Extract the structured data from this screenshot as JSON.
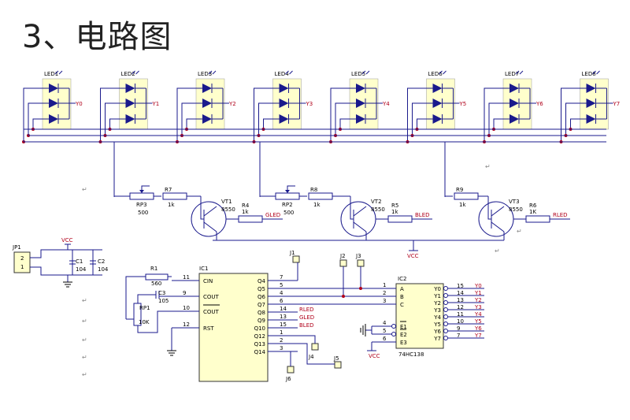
{
  "heading": "3、电路图",
  "leds": [
    "LED1",
    "LED2",
    "LED3",
    "LED4",
    "LED5",
    "LED6",
    "LED7",
    "LED8"
  ],
  "led_outputs": [
    "Y0",
    "Y1",
    "Y2",
    "Y3",
    "Y4",
    "Y5",
    "Y6",
    "Y7"
  ],
  "drivers": [
    {
      "pot": "RP3",
      "pot_val": "500",
      "r_base": "R7",
      "r_base_val": "1k",
      "transistor": "VT1",
      "type": "8550",
      "r_out": "R4",
      "r_out_val": "1k",
      "net": "GLED"
    },
    {
      "pot": "RP2",
      "pot_val": "500",
      "r_base": "R8",
      "r_base_val": "1k",
      "transistor": "VT2",
      "type": "8550",
      "r_out": "R5",
      "r_out_val": "1k",
      "net": "BLED"
    },
    {
      "pot": "",
      "pot_val": "",
      "r_base": "R9",
      "r_base_val": "1k",
      "transistor": "VT3",
      "type": "8550",
      "r_out": "R6",
      "r_out_val": "1K",
      "net": "RLED"
    }
  ],
  "vcc": "VCC",
  "power": {
    "jp": "JP1",
    "pin2": "2",
    "pin1": "1",
    "c1": "C1",
    "c1_val": "104",
    "c2": "C2",
    "c2_val": "104"
  },
  "ic1": {
    "name": "IC1",
    "left_pins": [
      {
        "num": "11",
        "name": "CIN"
      },
      {
        "num": "9",
        "name": "COUT"
      },
      {
        "num": "10",
        "name": "COUT"
      },
      {
        "num": "12",
        "name": "RST"
      }
    ],
    "right_pins": [
      {
        "num": "7",
        "name": "Q4",
        "net": ""
      },
      {
        "num": "5",
        "name": "Q5",
        "net": ""
      },
      {
        "num": "4",
        "name": "Q6",
        "net": ""
      },
      {
        "num": "6",
        "name": "Q7",
        "net": ""
      },
      {
        "num": "14",
        "name": "Q8",
        "net": "RLED"
      },
      {
        "num": "13",
        "name": "Q9",
        "net": "GLED"
      },
      {
        "num": "15",
        "name": "Q10",
        "net": "BLED"
      },
      {
        "num": "1",
        "name": "Q12",
        "net": ""
      },
      {
        "num": "2",
        "name": "Q13",
        "net": ""
      },
      {
        "num": "3",
        "name": "Q14",
        "net": ""
      }
    ]
  },
  "osc": {
    "r1": "R1",
    "r1_val": "560",
    "c3": "C3",
    "c3_val": "105",
    "rp1": "RP1",
    "rp1_val": "10K"
  },
  "ic2": {
    "name": "IC2",
    "part": "74HC138",
    "left_pins": [
      {
        "num": "1",
        "name": "A"
      },
      {
        "num": "2",
        "name": "B"
      },
      {
        "num": "3",
        "name": "C"
      },
      {
        "num": "4",
        "name": "E1"
      },
      {
        "num": "5",
        "name": "E2"
      },
      {
        "num": "6",
        "name": "E3"
      }
    ],
    "right_pins": [
      {
        "num": "15",
        "name": "Y0",
        "net": "Y0"
      },
      {
        "num": "14",
        "name": "Y1",
        "net": "Y1"
      },
      {
        "num": "13",
        "name": "Y2",
        "net": "Y2"
      },
      {
        "num": "12",
        "name": "Y3",
        "net": "Y3"
      },
      {
        "num": "11",
        "name": "Y4",
        "net": "Y4"
      },
      {
        "num": "10",
        "name": "Y5",
        "net": "Y5"
      },
      {
        "num": "9",
        "name": "Y6",
        "net": "Y6"
      },
      {
        "num": "7",
        "name": "Y7",
        "net": "Y7"
      }
    ]
  },
  "jumpers": [
    "J1",
    "J2",
    "J3",
    "J4",
    "J5",
    "J6"
  ],
  "colors": {
    "wire": "#1a1a8c",
    "net_label": "#b0001a",
    "led_fill": "#ffffcc",
    "led_diode": "#1a1a8c"
  }
}
